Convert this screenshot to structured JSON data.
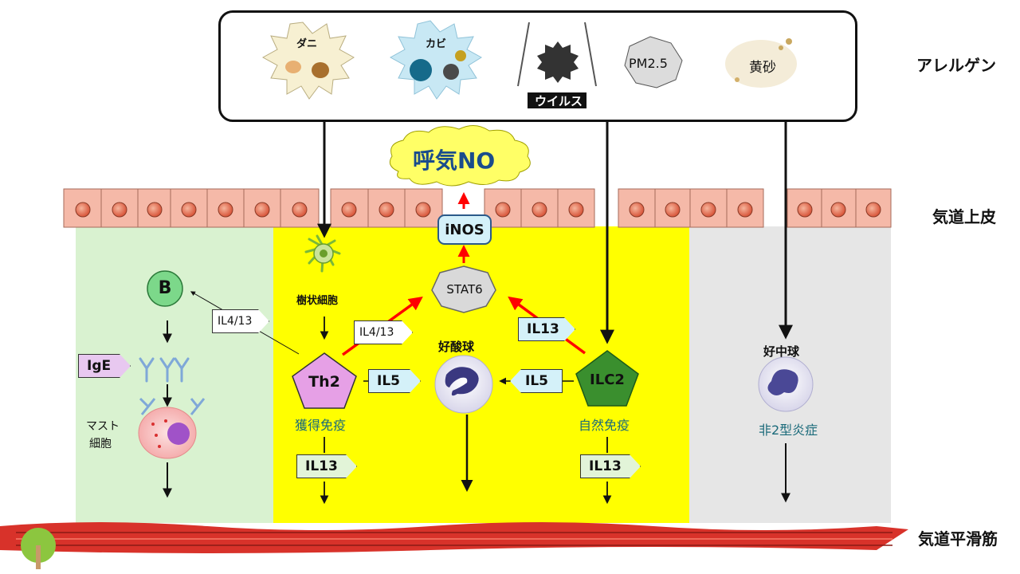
{
  "allergen_box": {
    "items": [
      {
        "label": "ダニ",
        "icon": "dust-mite-icon"
      },
      {
        "label": "カビ",
        "icon": "mold-icon"
      },
      {
        "label": "ウイルス",
        "icon": "virus-icon"
      },
      {
        "label": "PM2.5",
        "icon": "heptagon-particle-icon"
      },
      {
        "label": "黄砂",
        "icon": "yellow-sand-icon"
      }
    ]
  },
  "side_labels": {
    "allergen": "アレルゲン",
    "airway_epithelium": "気道上皮",
    "airway_smooth_muscle": "気道平滑筋"
  },
  "exhaled_no": "呼気NO",
  "inos": "iNOS",
  "stat6": "STAT6",
  "cells": {
    "b_cell": "B",
    "dendritic": "樹状細胞",
    "th2": "Th2",
    "th2_caption": "獲得免疫",
    "ilc2": "ILC2",
    "ilc2_caption": "自然免疫",
    "eosinophil": "好酸球",
    "neutrophil": "好中球",
    "non_type2": "非2型炎症",
    "mast_line1": "マスト",
    "mast_line2": "細胞",
    "ige": "IgE"
  },
  "cytokines": {
    "il4_13_b": "IL4/13",
    "il4_13_stat": "IL4/13",
    "il13_ilc2": "IL13",
    "il5_th2": "IL5",
    "il5_ilc2": "IL5",
    "il13_th2_down": "IL13",
    "il13_ilc2_down": "IL13"
  },
  "colors": {
    "yellow_zone": "#ffff00",
    "green_zone": "#d9f2d0",
    "gray_zone": "#e6e6e6",
    "epithelium": "#f5b9a8",
    "th2": "#e6a0e6",
    "ilc2": "#3a8f2e",
    "red_arrow": "#ff0000",
    "cytokine_tag": "#d4f1f9"
  }
}
